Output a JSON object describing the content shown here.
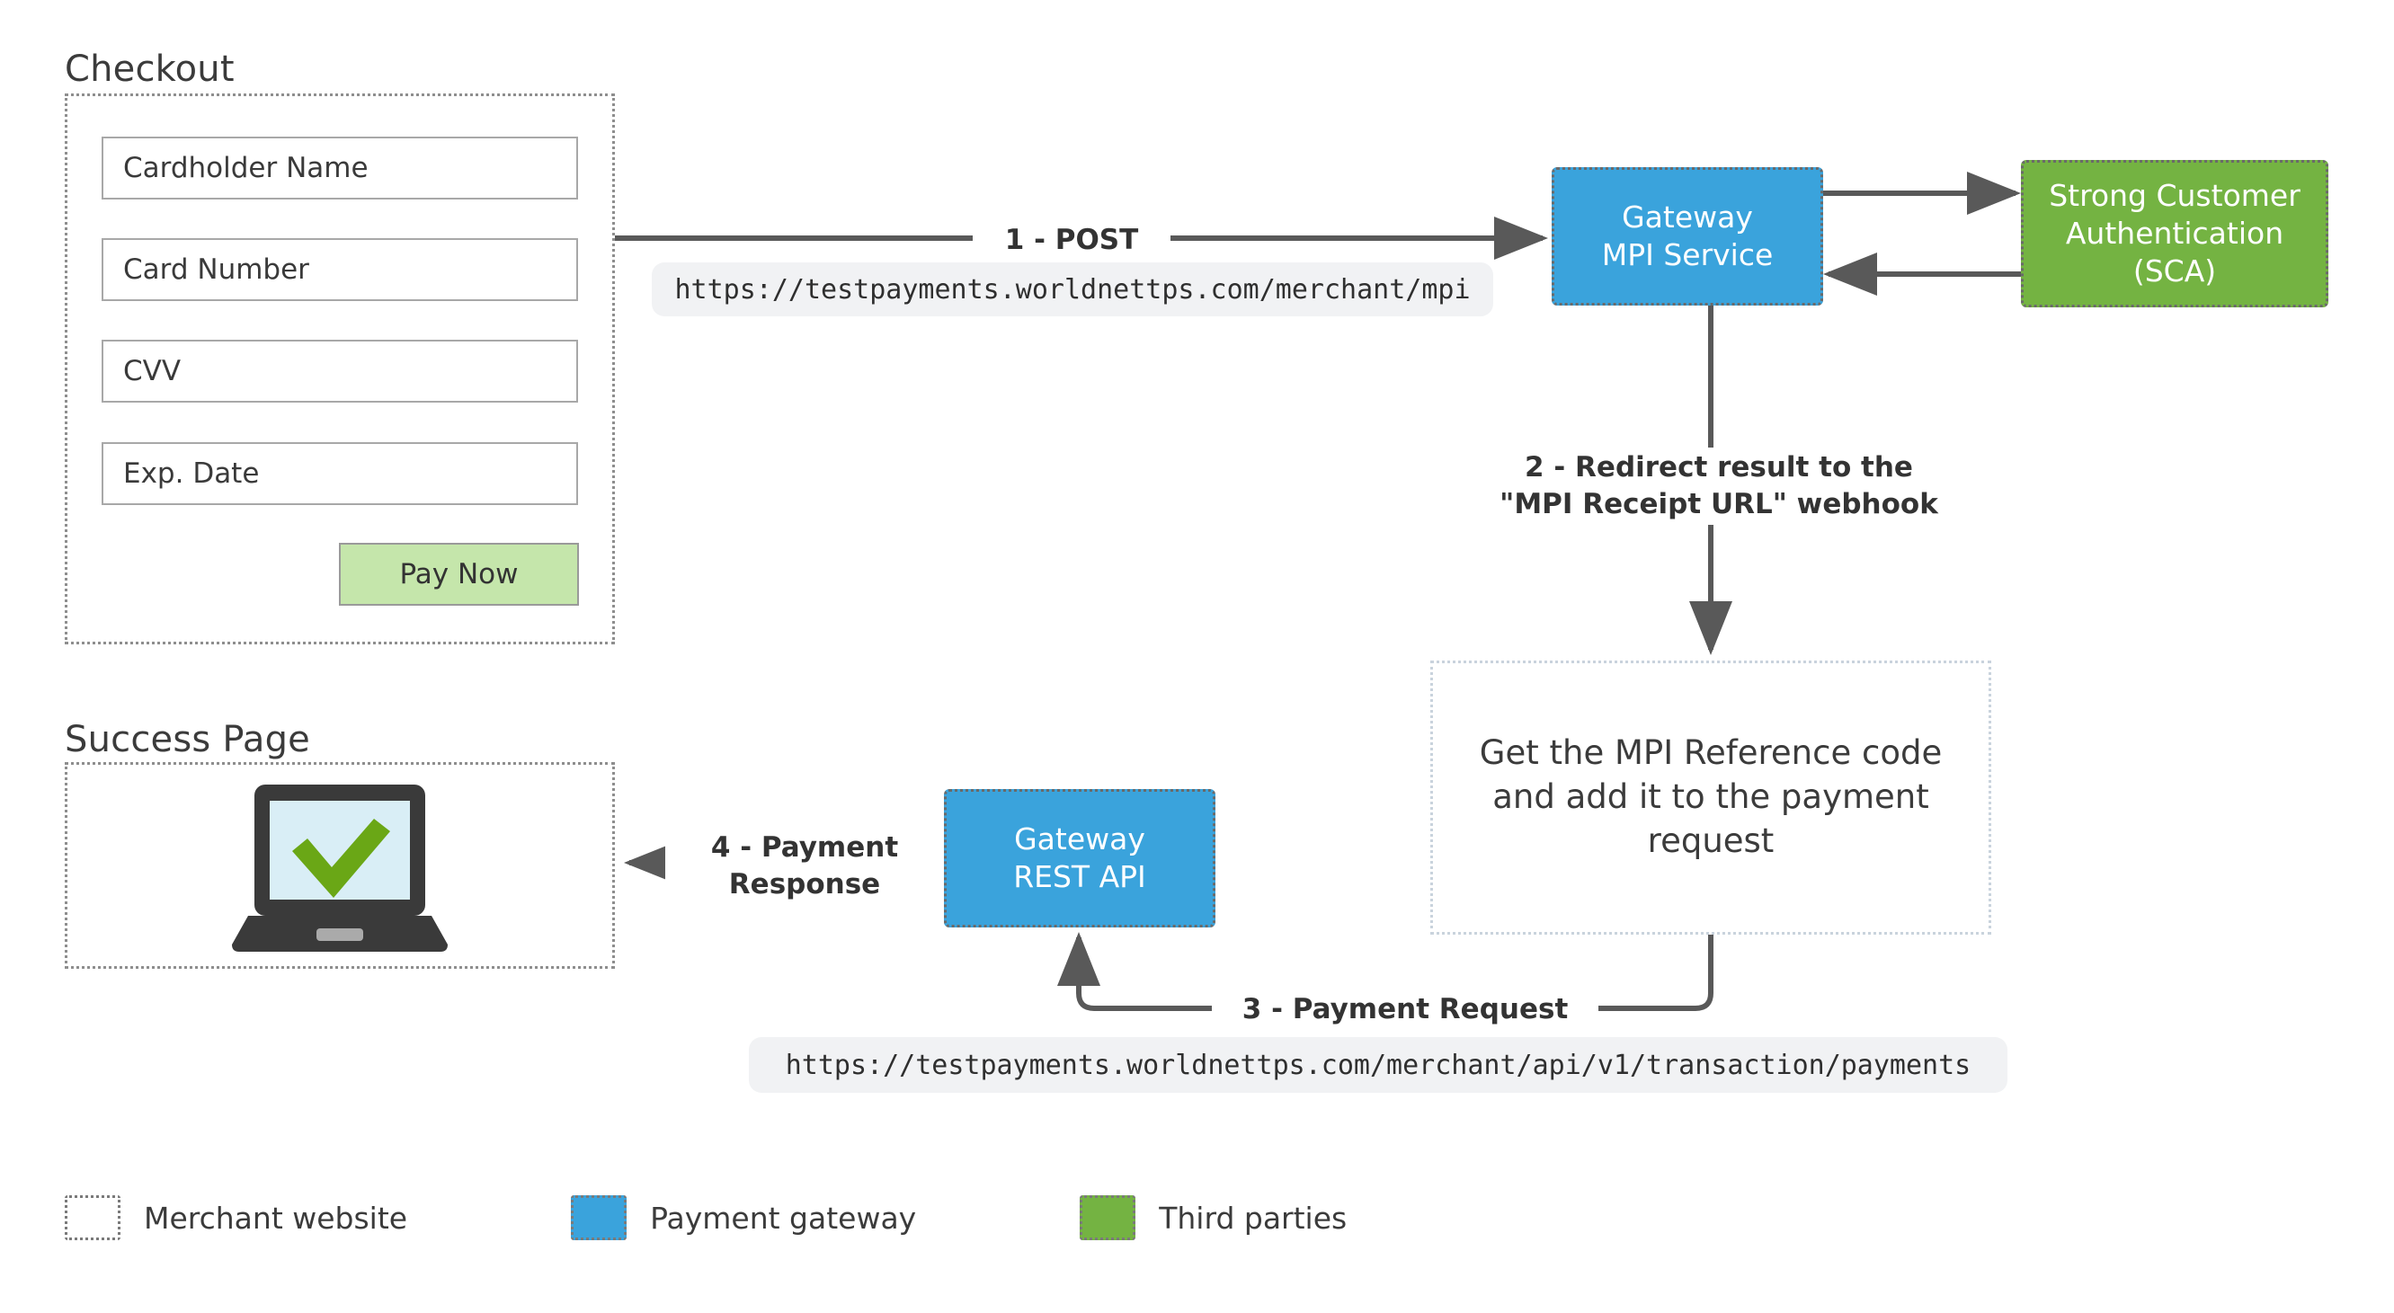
{
  "diagram": {
    "title": "Payment gateway MPI / 3-D Secure checkout flow",
    "colors": {
      "payment_gateway": "#3aa3dc",
      "third_parties": "#74b342",
      "merchant_website": "#ffffff",
      "pay_button": "#c5e6ab",
      "arrow": "#595959"
    }
  },
  "checkout": {
    "title": "Checkout",
    "fields": [
      {
        "label": "Cardholder Name"
      },
      {
        "label": "Card Number"
      },
      {
        "label": "CVV"
      },
      {
        "label": "Exp. Date"
      }
    ],
    "pay_button_label": "Pay Now"
  },
  "success": {
    "title": "Success Page",
    "icon": "laptop-success-check-icon"
  },
  "nodes": {
    "mpi_service": {
      "line1": "Gateway",
      "line2": "MPI Service"
    },
    "sca": {
      "line1": "Strong Customer",
      "line2": "Authentication",
      "line3": "(SCA)"
    },
    "rest_api": {
      "line1": "Gateway",
      "line2": "REST API"
    },
    "mpi_reference_note": "Get the MPI Reference code and add it to the payment request"
  },
  "edges": [
    {
      "id": "step1",
      "label": "1 - POST"
    },
    {
      "id": "step2",
      "label": "2 - Redirect result to the\n\"MPI Receipt URL\" webhook"
    },
    {
      "id": "step3",
      "label": "3 - Payment Request"
    },
    {
      "id": "step4",
      "label": "4 - Payment\nResponse"
    }
  ],
  "urls": {
    "mpi": "https://testpayments.worldnettps.com/merchant/mpi",
    "payments": "https://testpayments.worldnettps.com/merchant/api/v1/transaction/payments"
  },
  "legend": [
    {
      "label": "Merchant website",
      "swatch": "white"
    },
    {
      "label": "Payment gateway",
      "swatch": "blue"
    },
    {
      "label": "Third parties",
      "swatch": "green"
    }
  ]
}
